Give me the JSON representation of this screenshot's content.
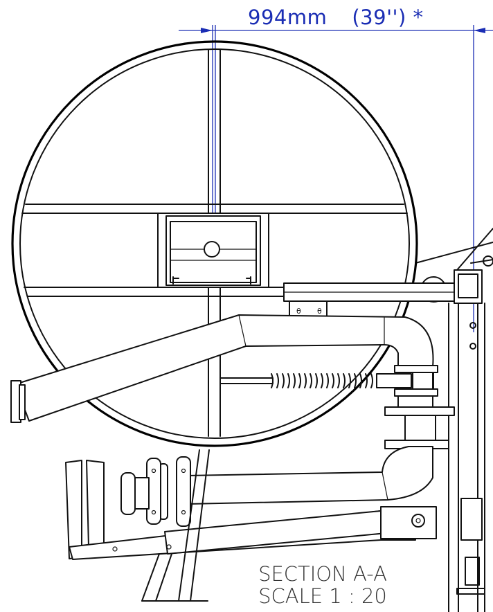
{
  "dimension": {
    "metric": "994mm",
    "imperial": "(39'') *"
  },
  "section_title": "SECTION A-A",
  "scale_label": "SCALE 1 : 20",
  "colors": {
    "dimension_line": "#1a2db4",
    "outline": "#111111",
    "background": "#ffffff"
  }
}
